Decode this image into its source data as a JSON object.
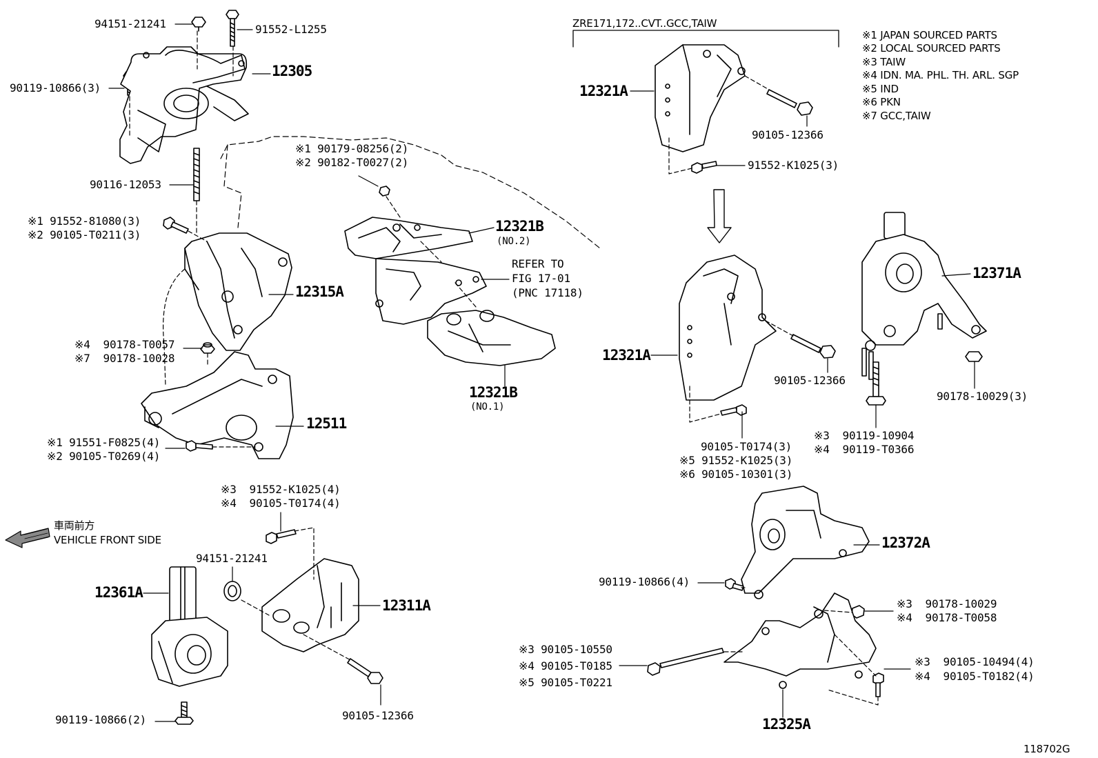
{
  "labels": {
    "top_left_nut": "94151-21241",
    "top_bolt": "91552-L1255",
    "bolt_90119_3": "90119-10866(3)",
    "part_12305": "12305",
    "stud_90116": "90116-12053",
    "bolt_81080": "※1 91552-81080(3)",
    "bolt_t0211": "※2 90105-T0211(3)",
    "part_12315A": "12315A",
    "nut_t0057": "※4  90178-T0057",
    "nut_10028": "※7  90178-10028",
    "part_12511": "12511",
    "bolt_f0825": "※1 91551-F0825(4)",
    "bolt_t0269": "※2 90105-T0269(4)",
    "nut_08256": "※1 90179-08256(2)",
    "nut_t0027": "※2 90182-T0027(2)",
    "part_12321B_top": "12321B",
    "part_12321B_top_sub": "(NO.2)",
    "refer_to_l1": "REFER TO",
    "refer_to_l2": "FIG 17-01",
    "refer_to_l3": "(PNC 17118)",
    "part_12321B_bot": "12321B",
    "part_12321B_bot_sub": "(NO.1)",
    "bolt_k1025_4": "※3  91552-K1025(4)",
    "bolt_t0174_4": "※4  90105-T0174(4)",
    "vehicle_front_jp": "車両前方",
    "vehicle_front_en": "VEHICLE FRONT SIDE",
    "nut_21241_b": "94151-21241",
    "part_12361A": "12361A",
    "part_12311A": "12311A",
    "bolt_10866_2": "90119-10866(2)",
    "bolt_12366_a": "90105-12366",
    "model_header": "ZRE171,172..CVT..GCC,TAIW",
    "part_12321A_top": "12321A",
    "bolt_12366_b": "90105-12366",
    "bolt_k1025_3": "91552-K1025(3)",
    "part_12321A_bot": "12321A",
    "bolt_12366_c": "90105-12366",
    "bolt_t0174_3": "90105-T0174(3)",
    "bolt_k1025_3b": "※5 91552-K1025(3)",
    "bolt_10301_3": "※6 90105-10301(3)",
    "part_12371A": "12371A",
    "nut_10029_3": "90178-10029(3)",
    "bolt_10904": "※3  90119-10904",
    "bolt_t0366": "※4  90119-T0366",
    "part_12372A": "12372A",
    "bolt_10866_4": "90119-10866(4)",
    "nut_10029": "※3  90178-10029",
    "nut_t0058": "※4  90178-T0058",
    "bolt_10550": "※3 90105-10550",
    "bolt_t0185": "※4 90105-T0185",
    "bolt_t0221": "※5 90105-T0221",
    "bolt_10494": "※3  90105-10494(4)",
    "bolt_t0182": "※4  90105-T0182(4)",
    "part_12325A": "12325A",
    "figure_id": "118702G"
  },
  "legend": [
    "※1 JAPAN SOURCED PARTS",
    "※2 LOCAL SOURCED PARTS",
    "※3 TAIW",
    "※4 IDN. MA. PHL. TH. ARL. SGP",
    "※5 IND",
    "※6 PKN",
    "※7 GCC,TAIW"
  ],
  "colors": {
    "ink": "#000000",
    "paper": "#ffffff"
  }
}
